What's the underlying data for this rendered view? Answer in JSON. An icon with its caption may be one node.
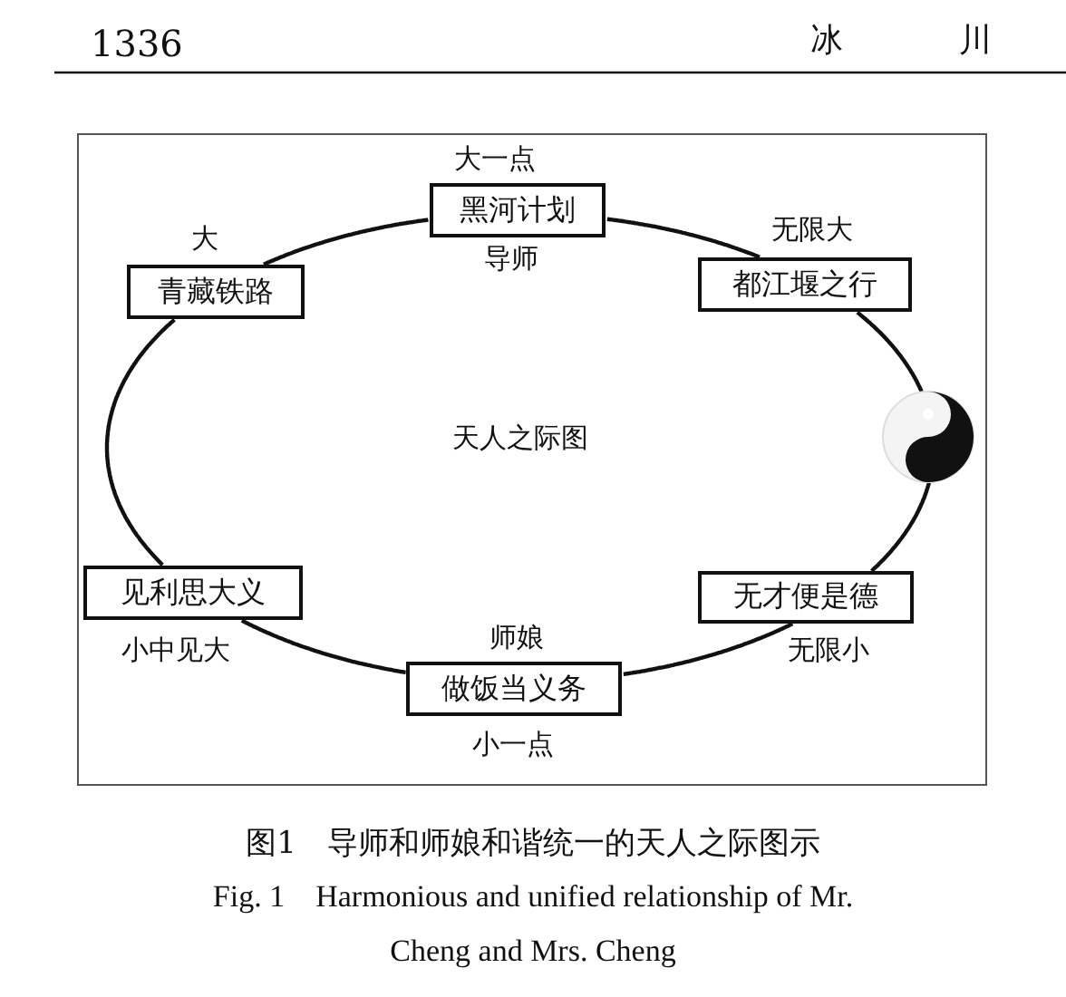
{
  "diagram": {
    "caption": "图1　导师和师娘和谐统一的天人之际图示",
    "nodes": [
      {
        "text": [
          "黑河计划"
        ],
        "beside": [
          "大一点",
          "导师"
        ]
      },
      {
        "text": [
          "青藏铁路"
        ],
        "beside": [
          "大"
        ]
      },
      {
        "text": [
          "都江堰之行"
        ],
        "beside": [
          "无限大"
        ]
      },
      {
        "text": [],
        "shape": "picture"
      },
      {
        "text": [
          "见利思大义"
        ],
        "beside": [
          "小中见大"
        ]
      },
      {
        "text": [
          "无才便是德"
        ],
        "beside": [
          "无限小"
        ]
      },
      {
        "text": [
          "做饭当义务"
        ],
        "beside": [
          "师娘",
          "小一点"
        ]
      }
    ],
    "edges": [
      {
        "from": 0,
        "to": 2,
        "arrow": "none"
      },
      {
        "from": 2,
        "to": 3,
        "arrow": "none"
      },
      {
        "from": 3,
        "to": 5,
        "arrow": "none"
      },
      {
        "from": 5,
        "to": 6,
        "arrow": "none"
      },
      {
        "from": 6,
        "to": 4,
        "arrow": "none"
      },
      {
        "from": 4,
        "to": 1,
        "arrow": "none"
      },
      {
        "from": 1,
        "to": 0,
        "arrow": "none"
      }
    ],
    "labels": [
      "1336",
      "冰川",
      "天人之际图",
      "Fig. 1　Harmonious and unified relationship of Mr. Cheng and Mrs. Cheng"
    ]
  }
}
